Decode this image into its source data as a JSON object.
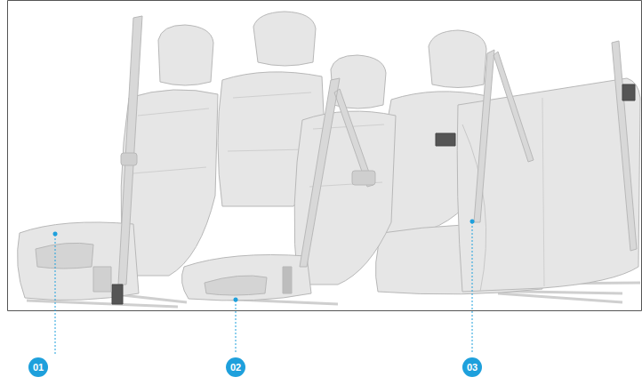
{
  "diagram": {
    "labels": [
      "01",
      "02",
      "03"
    ]
  }
}
